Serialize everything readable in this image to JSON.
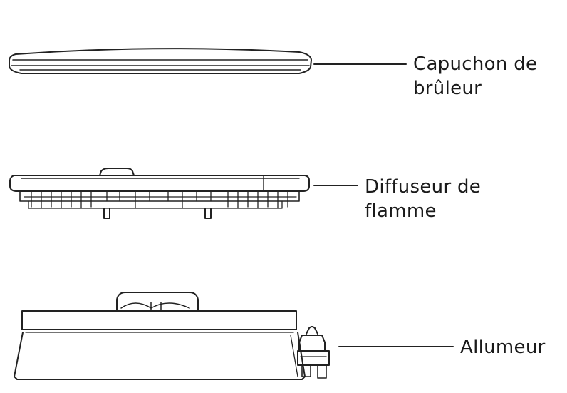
{
  "labels": {
    "burner_cap": {
      "line1": "Capuchon de",
      "line2": "brûleur"
    },
    "flame_diffuser": {
      "line1": "Diffuseur de",
      "line2": "flamme"
    },
    "igniter": {
      "line1": "Allumeur"
    }
  },
  "colors": {
    "stroke": "#222222",
    "text": "#1a1a1a",
    "background": "#ffffff"
  }
}
